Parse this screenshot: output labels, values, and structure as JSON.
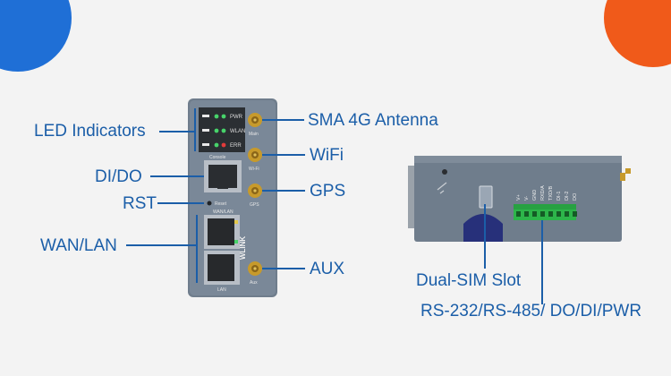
{
  "labels": {
    "led_indicators": "LED Indicators",
    "dido": "DI/DO",
    "rst": "RST",
    "wan_lan": "WAN/LAN",
    "sma_4g": "SMA 4G Antenna",
    "wifi": "WiFi",
    "gps": "GPS",
    "aux": "AUX",
    "dual_sim": "Dual-SIM Slot",
    "rs_ports": "RS-232/RS-485/ DO/DI/PWR"
  },
  "device_front": {
    "leds": [
      "PWR",
      "WLAN",
      "ERR"
    ],
    "console": "Console",
    "reset": "Reset",
    "wan_lan_port": "WAN/LAN",
    "lan_port": "LAN",
    "brand": "WLINK",
    "antenna_labels": [
      "Main",
      "Wi-Fi",
      "GPS",
      "Aux"
    ]
  },
  "device_side": {
    "terminal_labels": [
      "V+",
      "V-",
      "GND",
      "RXD/A",
      "TXD/B",
      "DI-1",
      "DI-2",
      "DO"
    ]
  },
  "colors": {
    "label_blue": "#1b5ea8",
    "leader_blue": "#1b5ea8",
    "device_body": "#6c7a89",
    "terminal_green": "#2db54a"
  }
}
